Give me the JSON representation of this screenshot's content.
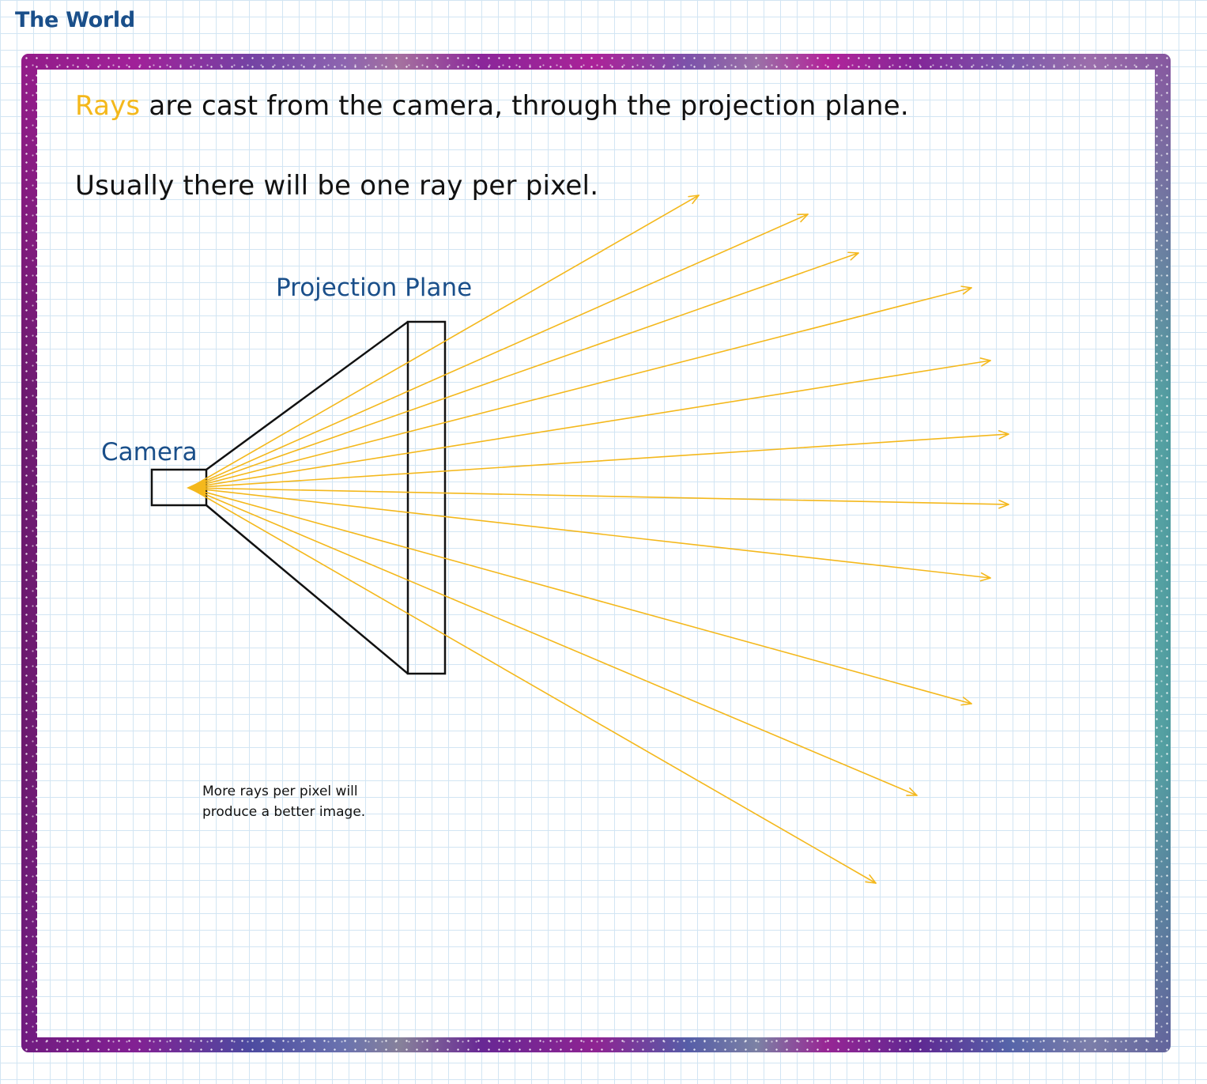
{
  "page": {
    "title": "The World"
  },
  "content": {
    "headline_highlight": "Rays",
    "headline_rest": " are cast from the camera, through the projection plane.",
    "subline": "Usually there will be one ray per pixel.",
    "camera_label": "Camera",
    "plane_label": "Projection Plane",
    "note_line1": "More rays per pixel will",
    "note_line2": "produce a better image."
  },
  "colors": {
    "title_blue": "#1a4f8a",
    "ray_yellow": "#f4b81c",
    "outline": "#111111"
  }
}
